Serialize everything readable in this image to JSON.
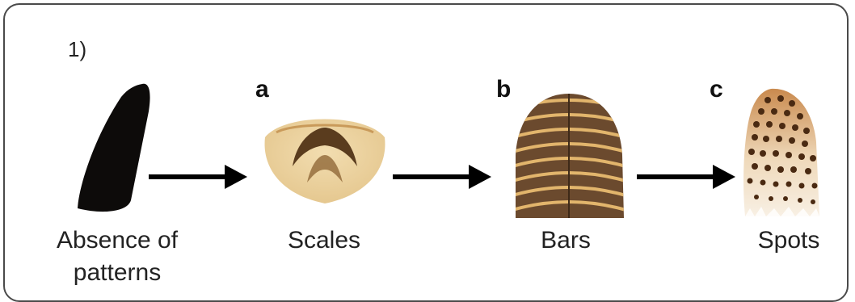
{
  "panel_label": "1)",
  "stages": [
    {
      "letter": "",
      "caption_lines": [
        "Absence of",
        "patterns"
      ]
    },
    {
      "letter": "a",
      "caption_lines": [
        "Scales"
      ]
    },
    {
      "letter": "b",
      "caption_lines": [
        "Bars"
      ]
    },
    {
      "letter": "c",
      "caption_lines": [
        "Spots"
      ]
    }
  ],
  "colors": {
    "border": "#4a4a4a",
    "black_feather": "#0d0b0a",
    "scale_base": "#e8cc96",
    "scale_dark": "#5a3c1e",
    "bar_base": "#6b4a2e",
    "bar_stripe": "#e2b56c",
    "spot_base": "#f3e6d2",
    "spot_dark": "#4a2a12",
    "arrow": "#000000"
  },
  "icons": [
    "black-feather-icon",
    "scales-feather-icon",
    "bars-feather-icon",
    "spots-feather-icon",
    "arrow-right-icon"
  ]
}
